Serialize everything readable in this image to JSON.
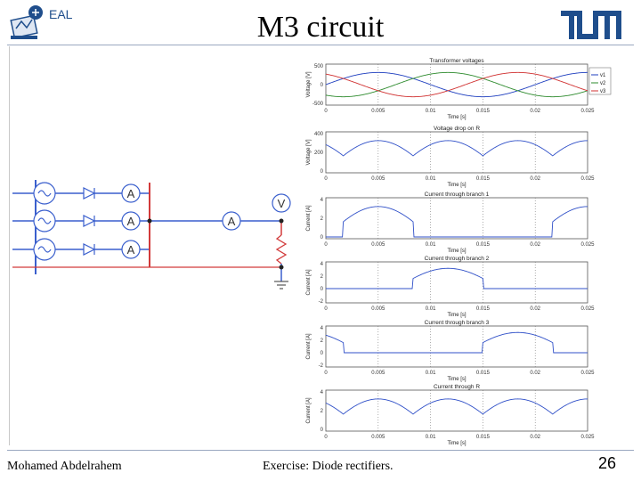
{
  "slide": {
    "title": "M3 circuit",
    "logo_left_text": "EAL",
    "author": "Mohamed Abdelrahem",
    "course": "Exercise: Diode rectifiers.",
    "page_number": "26"
  },
  "circuit": {
    "meter_ammeter": "A",
    "meter_voltmeter": "V"
  },
  "plots": [
    {
      "title": "Transformer voltages",
      "ylabel": "Voltage [V]",
      "xlabel": "Time [s]",
      "yticks": [
        "500",
        "0",
        "-500"
      ],
      "legend": [
        "v1",
        "v2",
        "v3"
      ]
    },
    {
      "title": "Voltage drop on R",
      "ylabel": "Voltage [V]",
      "xlabel": "Time [s]",
      "yticks": [
        "400",
        "200",
        "0"
      ]
    },
    {
      "title": "Current through branch 1",
      "ylabel": "Current [A]",
      "xlabel": "Time [s]",
      "yticks": [
        "4",
        "2",
        "0"
      ]
    },
    {
      "title": "Current through branch 2",
      "ylabel": "Current [A]",
      "xlabel": "Time [s]",
      "yticks": [
        "4",
        "2",
        "0",
        "-2"
      ]
    },
    {
      "title": "Current through branch 3",
      "ylabel": "Current [A]",
      "xlabel": "Time [s]",
      "yticks": [
        "4",
        "2",
        "0",
        "-2"
      ]
    },
    {
      "title": "Current through R",
      "ylabel": "Current [A]",
      "xlabel": "Time [s]",
      "yticks": [
        "4",
        "2",
        "0"
      ]
    }
  ],
  "xticks": [
    "0",
    "0.005",
    "0.01",
    "0.015",
    "0.02",
    "0.025"
  ],
  "colors": {
    "phase1": "#1f3fbf",
    "phase2": "#2e8b2e",
    "phase3": "#d03030",
    "signal": "#3050c8",
    "wire_blue": "#3a5fcd",
    "wire_red": "#d23a3a",
    "accent": "#1f4e8c"
  }
}
